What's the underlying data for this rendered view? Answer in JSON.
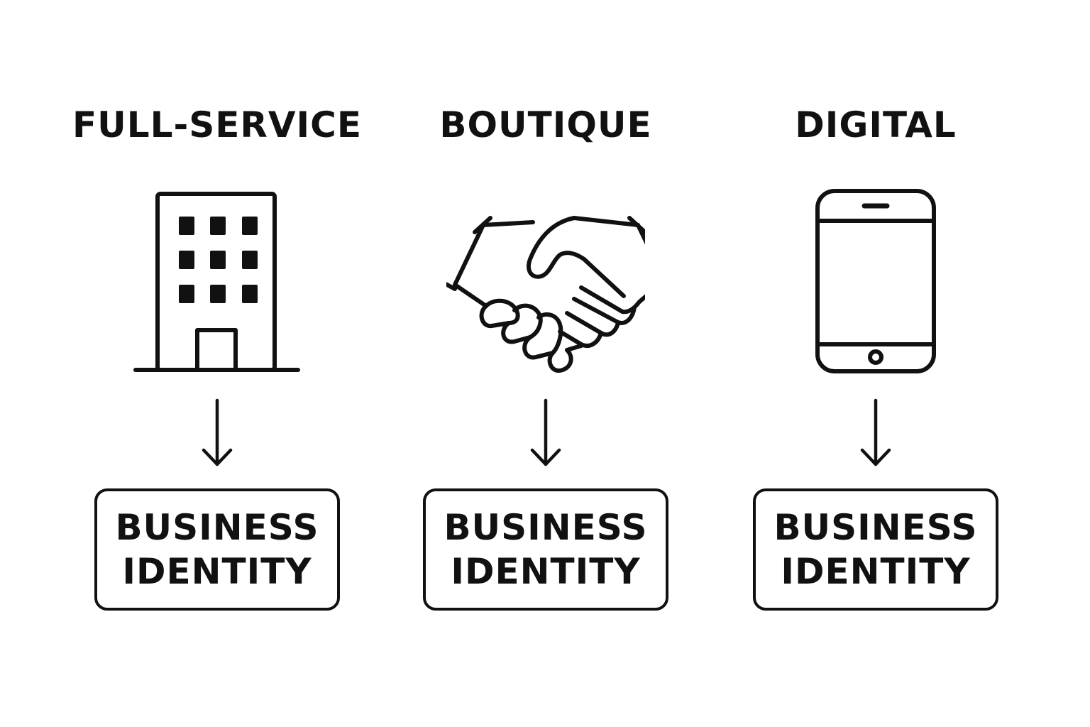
{
  "columns": [
    {
      "title": "FULL-SERVICE",
      "icon": "office-building-icon",
      "box": {
        "line1": "BUSINESS",
        "line2": "IDENTITY"
      }
    },
    {
      "title": "BOUTIQUE",
      "icon": "handshake-icon",
      "box": {
        "line1": "BUSINESS",
        "line2": "IDENTITY"
      }
    },
    {
      "title": "DIGITAL",
      "icon": "smartphone-icon",
      "box": {
        "line1": "BUSINESS",
        "line2": "IDENTITY"
      }
    }
  ],
  "colors": {
    "stroke": "#111111",
    "background": "#ffffff"
  }
}
